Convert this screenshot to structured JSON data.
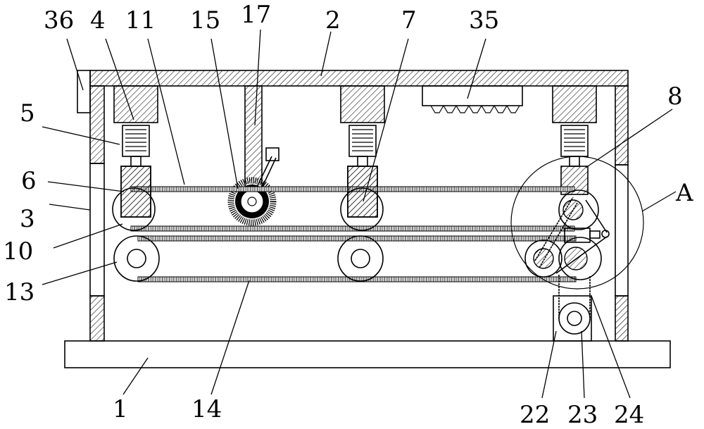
{
  "labels": {
    "l36": "36",
    "l4": "4",
    "l11": "11",
    "l15": "15",
    "l17": "17",
    "l2": "2",
    "l7": "7",
    "l35": "35",
    "l8": "8",
    "l5": "5",
    "l6": "6",
    "l3": "3",
    "lA": "A",
    "l10": "10",
    "l13": "13",
    "l1": "1",
    "l14": "14",
    "l22": "22",
    "l23": "23",
    "l24": "24"
  },
  "colors": {
    "ink": "#000000",
    "paper": "#ffffff"
  }
}
